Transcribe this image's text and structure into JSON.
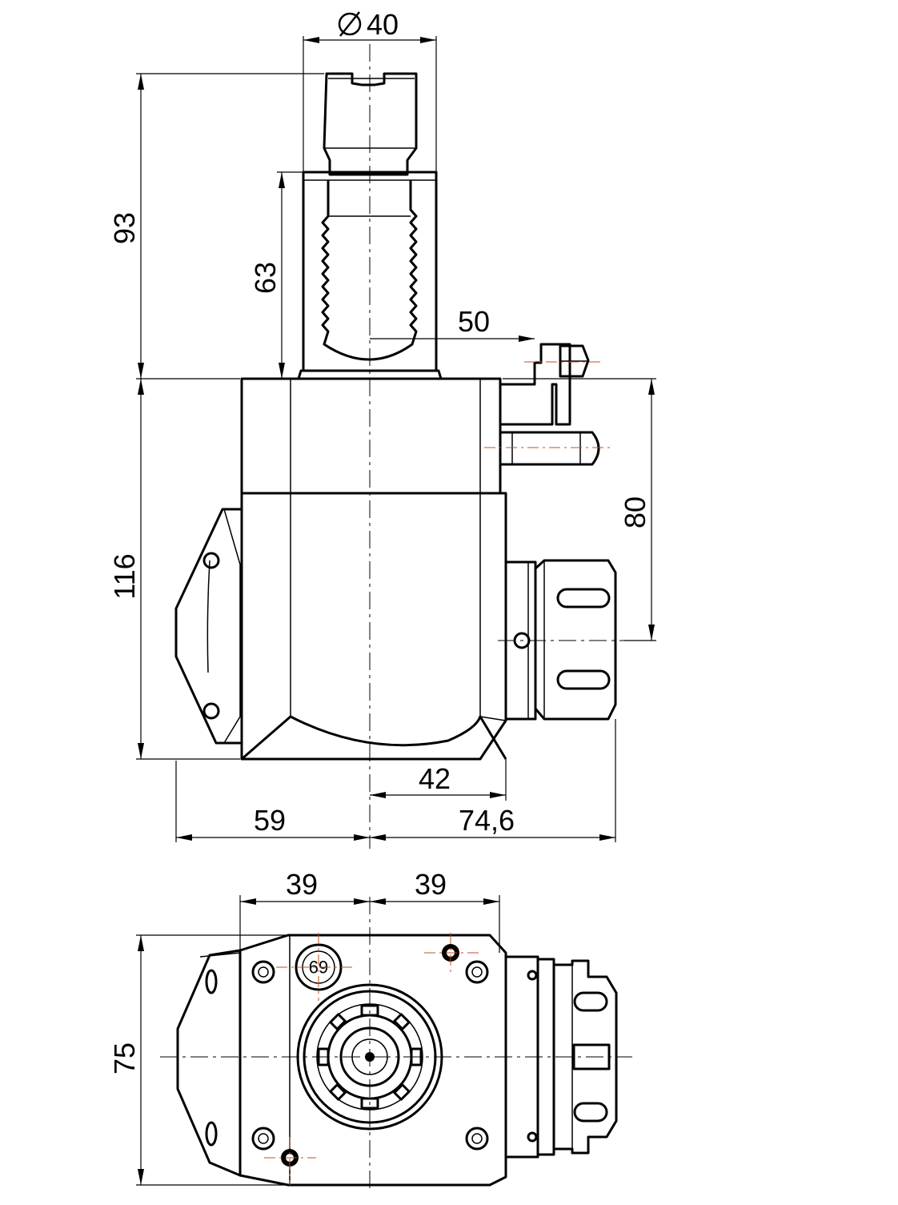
{
  "dimensions": {
    "shank_diameter": "40",
    "shank_length": "93",
    "thread_length": "63",
    "pin_offset": "50",
    "height": "116",
    "output_height": "80",
    "output_offset": "42",
    "left_width": "59",
    "right_width": "74,6",
    "bottom_left": "39",
    "bottom_right": "39",
    "bottom_height": "75",
    "clamp_label": "69"
  },
  "icons": {
    "diameter": "diameter-symbol"
  }
}
